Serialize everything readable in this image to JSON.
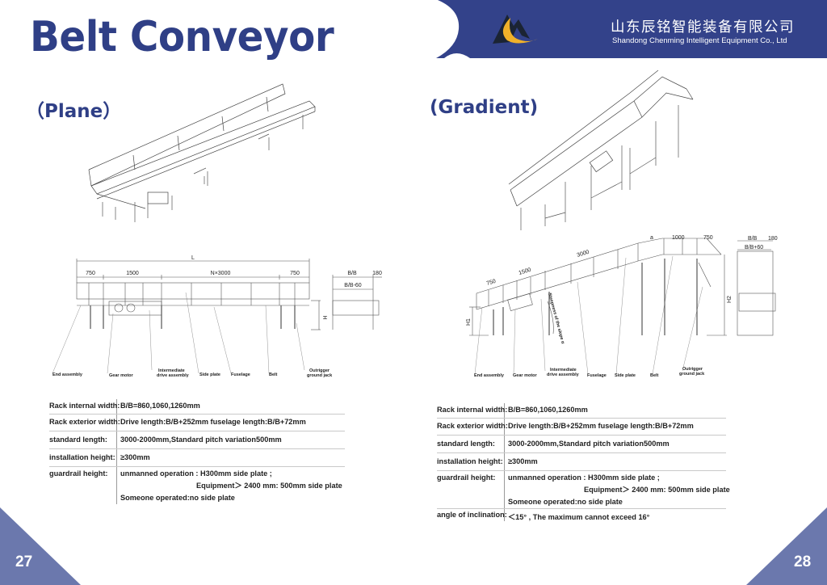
{
  "header": {
    "title": "Belt Conveyor",
    "company_cn": "山东辰铭智能装备有限公司",
    "company_en": "Shandong Chenming Intelligent Equipment Co., Ltd",
    "logo": "mountain-crescent-logo",
    "colors": {
      "brand_navy": "#33428a",
      "logo_gold": "#f0b12a",
      "logo_dark": "#1b2433",
      "corner_tab": "#6b78ad"
    }
  },
  "left_page": {
    "section_title": "（Plane）",
    "page_number": "27",
    "drawing": {
      "dims": {
        "total": "L",
        "seg1": "750",
        "seg2": "1500",
        "seg3": "N×3000",
        "seg4": "750",
        "side_bb": "B/B",
        "side_offset": "180",
        "side_inner": "B/B-60",
        "height": "H"
      },
      "callouts": [
        "End assembly",
        "Gear motor",
        "Intermediate",
        "drive assembly",
        "Side plate",
        "Fuselage",
        "Belt",
        "Outrigger",
        "ground jack"
      ]
    },
    "specs": [
      {
        "label": "Rack internal width:",
        "value": "B/B=860,1060,1260mm"
      },
      {
        "label": "Rack exterior width:",
        "value": "Drive length:B/B+252mm  fuselage length:B/B+72mm"
      },
      {
        "label": "standard length:",
        "value": "3000-2000mm,Standard pitch variation500mm"
      },
      {
        "label": "installation height:",
        "value": "≥300mm"
      },
      {
        "label": "guardrail height:",
        "value": "unmanned operation : H300mm side plate ;",
        "value2": "Equipment＞ 2400 mm: 500mm side plate",
        "value3": "Someone operated:no side plate"
      }
    ]
  },
  "right_page": {
    "section_title": "(Gradient)",
    "page_number": "28",
    "drawing": {
      "dims": {
        "seg1": "750",
        "seg2": "1500",
        "seg3": "3000",
        "seg_a": "a",
        "seg4": "1000",
        "seg5": "750",
        "side_bb": "B/B",
        "side_offset": "180",
        "side_inner": "B/B+60",
        "h1": "H1",
        "h2": "H2",
        "slope": "Steepness of the slope α"
      },
      "callouts": [
        "End assembly",
        "Gear motor",
        "Intermediate",
        "drive assembly",
        "Fuselage",
        "Side plate",
        "Belt",
        "Outrigger",
        "ground jack"
      ]
    },
    "specs": [
      {
        "label": "Rack internal width:",
        "value": "B/B=860,1060,1260mm"
      },
      {
        "label": "Rack exterior width:",
        "value": "Drive length:B/B+252mm  fuselage length:B/B+72mm"
      },
      {
        "label": "standard length:",
        "value": "3000-2000mm,Standard pitch variation500mm"
      },
      {
        "label": "installation height:",
        "value": "≥300mm"
      },
      {
        "label": "guardrail height:",
        "value": "unmanned operation : H300mm side plate ;",
        "value2": "Equipment＞ 2400 mm: 500mm side plate",
        "value3": "Someone operated:no side plate"
      },
      {
        "label": "angle of inclination:",
        "value": "＜15° ,   The maximum cannot exceed 16°"
      }
    ]
  }
}
